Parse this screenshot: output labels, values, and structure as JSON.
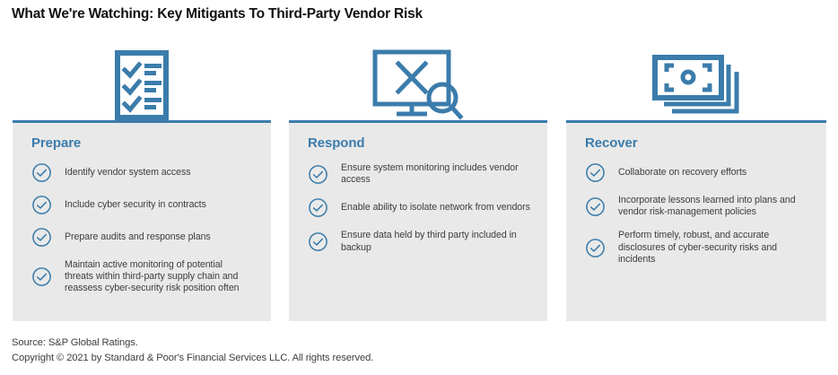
{
  "title": "What We're Watching: Key Mitigants To Third-Party Vendor Risk",
  "colors": {
    "accent_blue": "#3b7cab",
    "panel_bg": "#e9e9e9",
    "body_text": "#3d3d3d",
    "title_text": "#111111"
  },
  "columns": [
    {
      "heading": "Prepare",
      "icon": "checklist-icon",
      "bullets": [
        "Identify vendor system access",
        "Include cyber security in contracts",
        "Prepare audits and response plans",
        "Maintain active monitoring of potential threats within third-party supply chain and reassess cyber-security risk position often"
      ]
    },
    {
      "heading": "Respond",
      "icon": "monitor-alert-search-icon",
      "bullets": [
        "Ensure system monitoring includes vendor access",
        "Enable ability to isolate network from vendors",
        "Ensure data held by third party included in backup"
      ]
    },
    {
      "heading": "Recover",
      "icon": "banknotes-stack-icon",
      "bullets": [
        "Collaborate on recovery efforts",
        "Incorporate lessons learned into plans and vendor risk-management policies",
        "Perform timely, robust, and accurate disclosures of cyber-security risks and incidents"
      ]
    }
  ],
  "footer": {
    "source": "Source: S&P Global Ratings.",
    "copyright": "Copyright © 2021 by Standard & Poor's Financial Services LLC. All rights reserved."
  }
}
